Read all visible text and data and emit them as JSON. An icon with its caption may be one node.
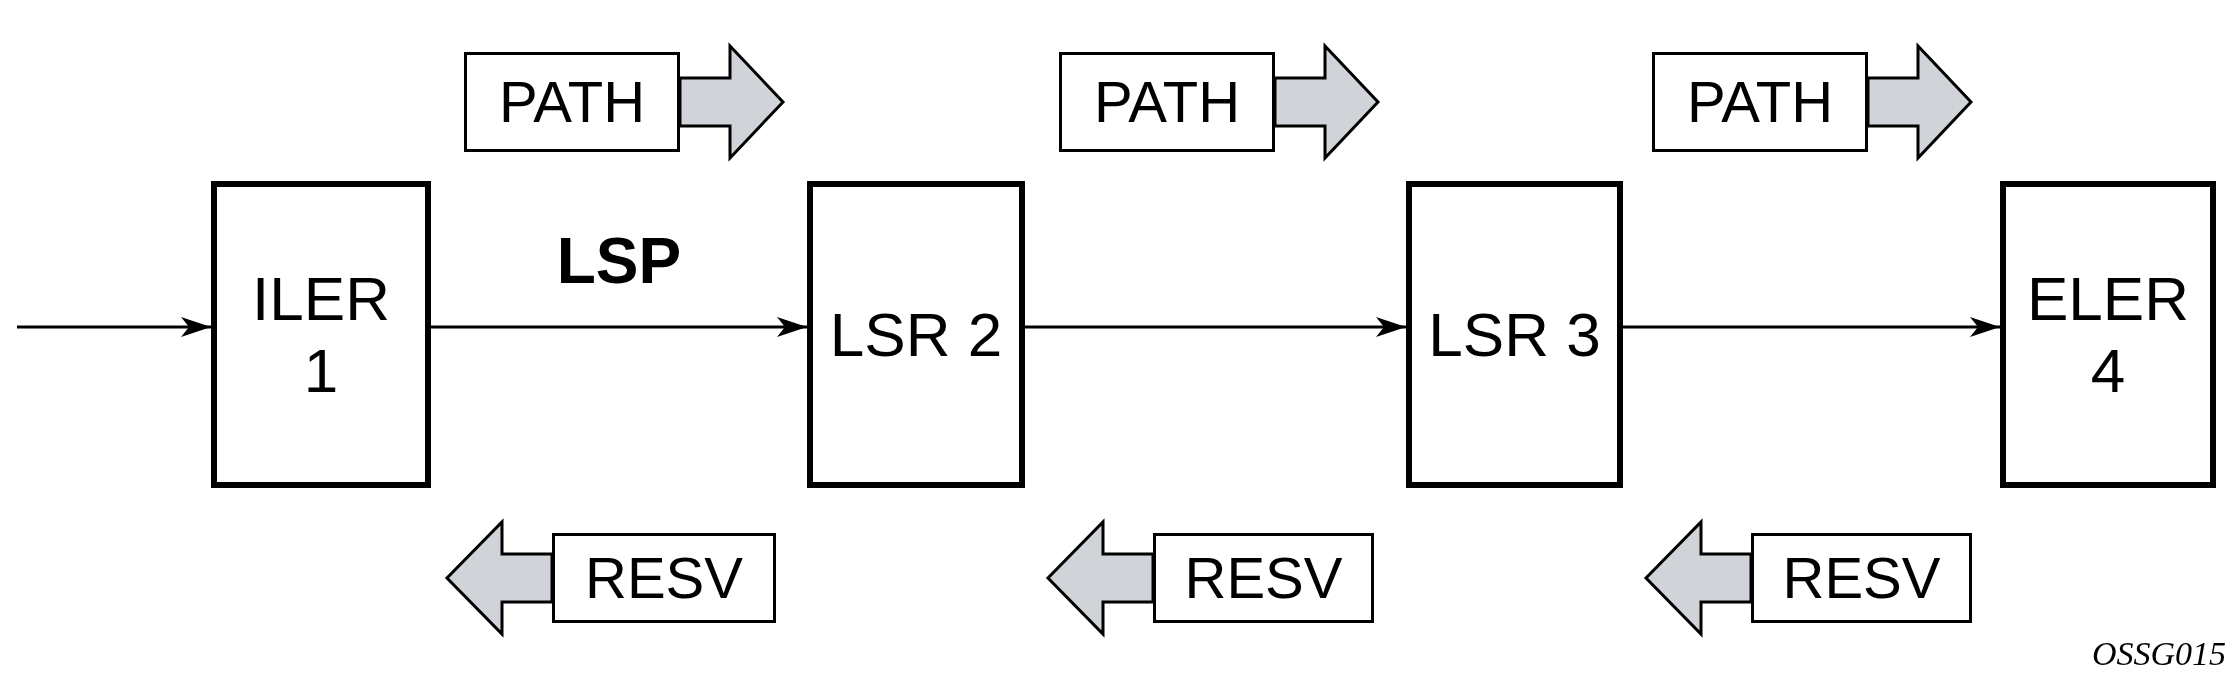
{
  "diagram": {
    "nodes": [
      {
        "text": [
          "PATH"
        ]
      },
      {
        "text": [
          "PATH"
        ]
      },
      {
        "text": [
          "PATH"
        ]
      },
      {
        "text": [
          "ILER 1"
        ]
      },
      {
        "text": [
          "LSR 2"
        ]
      },
      {
        "text": [
          "LSR 3"
        ]
      },
      {
        "text": [
          "ELER 4"
        ]
      },
      {
        "text": [
          "RESV"
        ]
      },
      {
        "text": [
          "RESV"
        ]
      },
      {
        "text": [
          "RESV"
        ]
      }
    ],
    "edges": [
      {
        "from": null,
        "to": 3,
        "arrow": "to"
      },
      {
        "from": 3,
        "to": 4,
        "arrow": "to",
        "label": "LSP"
      },
      {
        "from": 4,
        "to": 5,
        "arrow": "to"
      },
      {
        "from": 5,
        "to": 6,
        "arrow": "to"
      }
    ],
    "labels": [
      "OSSG015"
    ]
  }
}
